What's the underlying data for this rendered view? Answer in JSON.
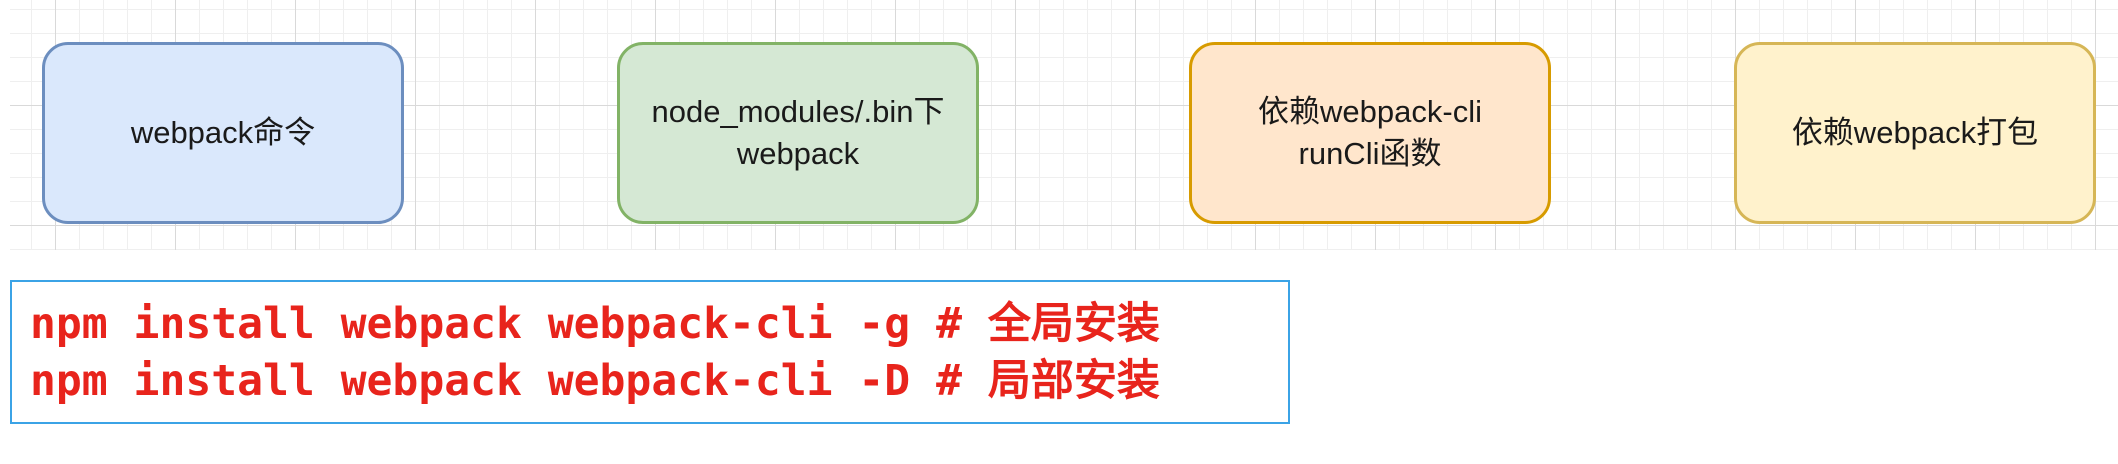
{
  "diagram": {
    "top_partial_text": "",
    "nodes": [
      {
        "label": "webpack命令",
        "fill": "#dae8fc",
        "stroke": "#6c8ebf"
      },
      {
        "label": "node_modules/.bin下\nwebpack",
        "fill": "#d5e8d4",
        "stroke": "#82b366"
      },
      {
        "label": "依赖webpack-cli\nrunCli函数",
        "fill": "#ffe6cc",
        "stroke": "#d79b00"
      },
      {
        "label": "依赖webpack打包",
        "fill": "#fff2cc",
        "stroke": "#d6b656"
      }
    ]
  },
  "code": {
    "lines": [
      "npm install webpack webpack-cli -g # 全局安装",
      "npm install webpack webpack-cli -D # 局部安装"
    ],
    "text_color": "#e8241c",
    "border_color": "#3ba3e6"
  }
}
